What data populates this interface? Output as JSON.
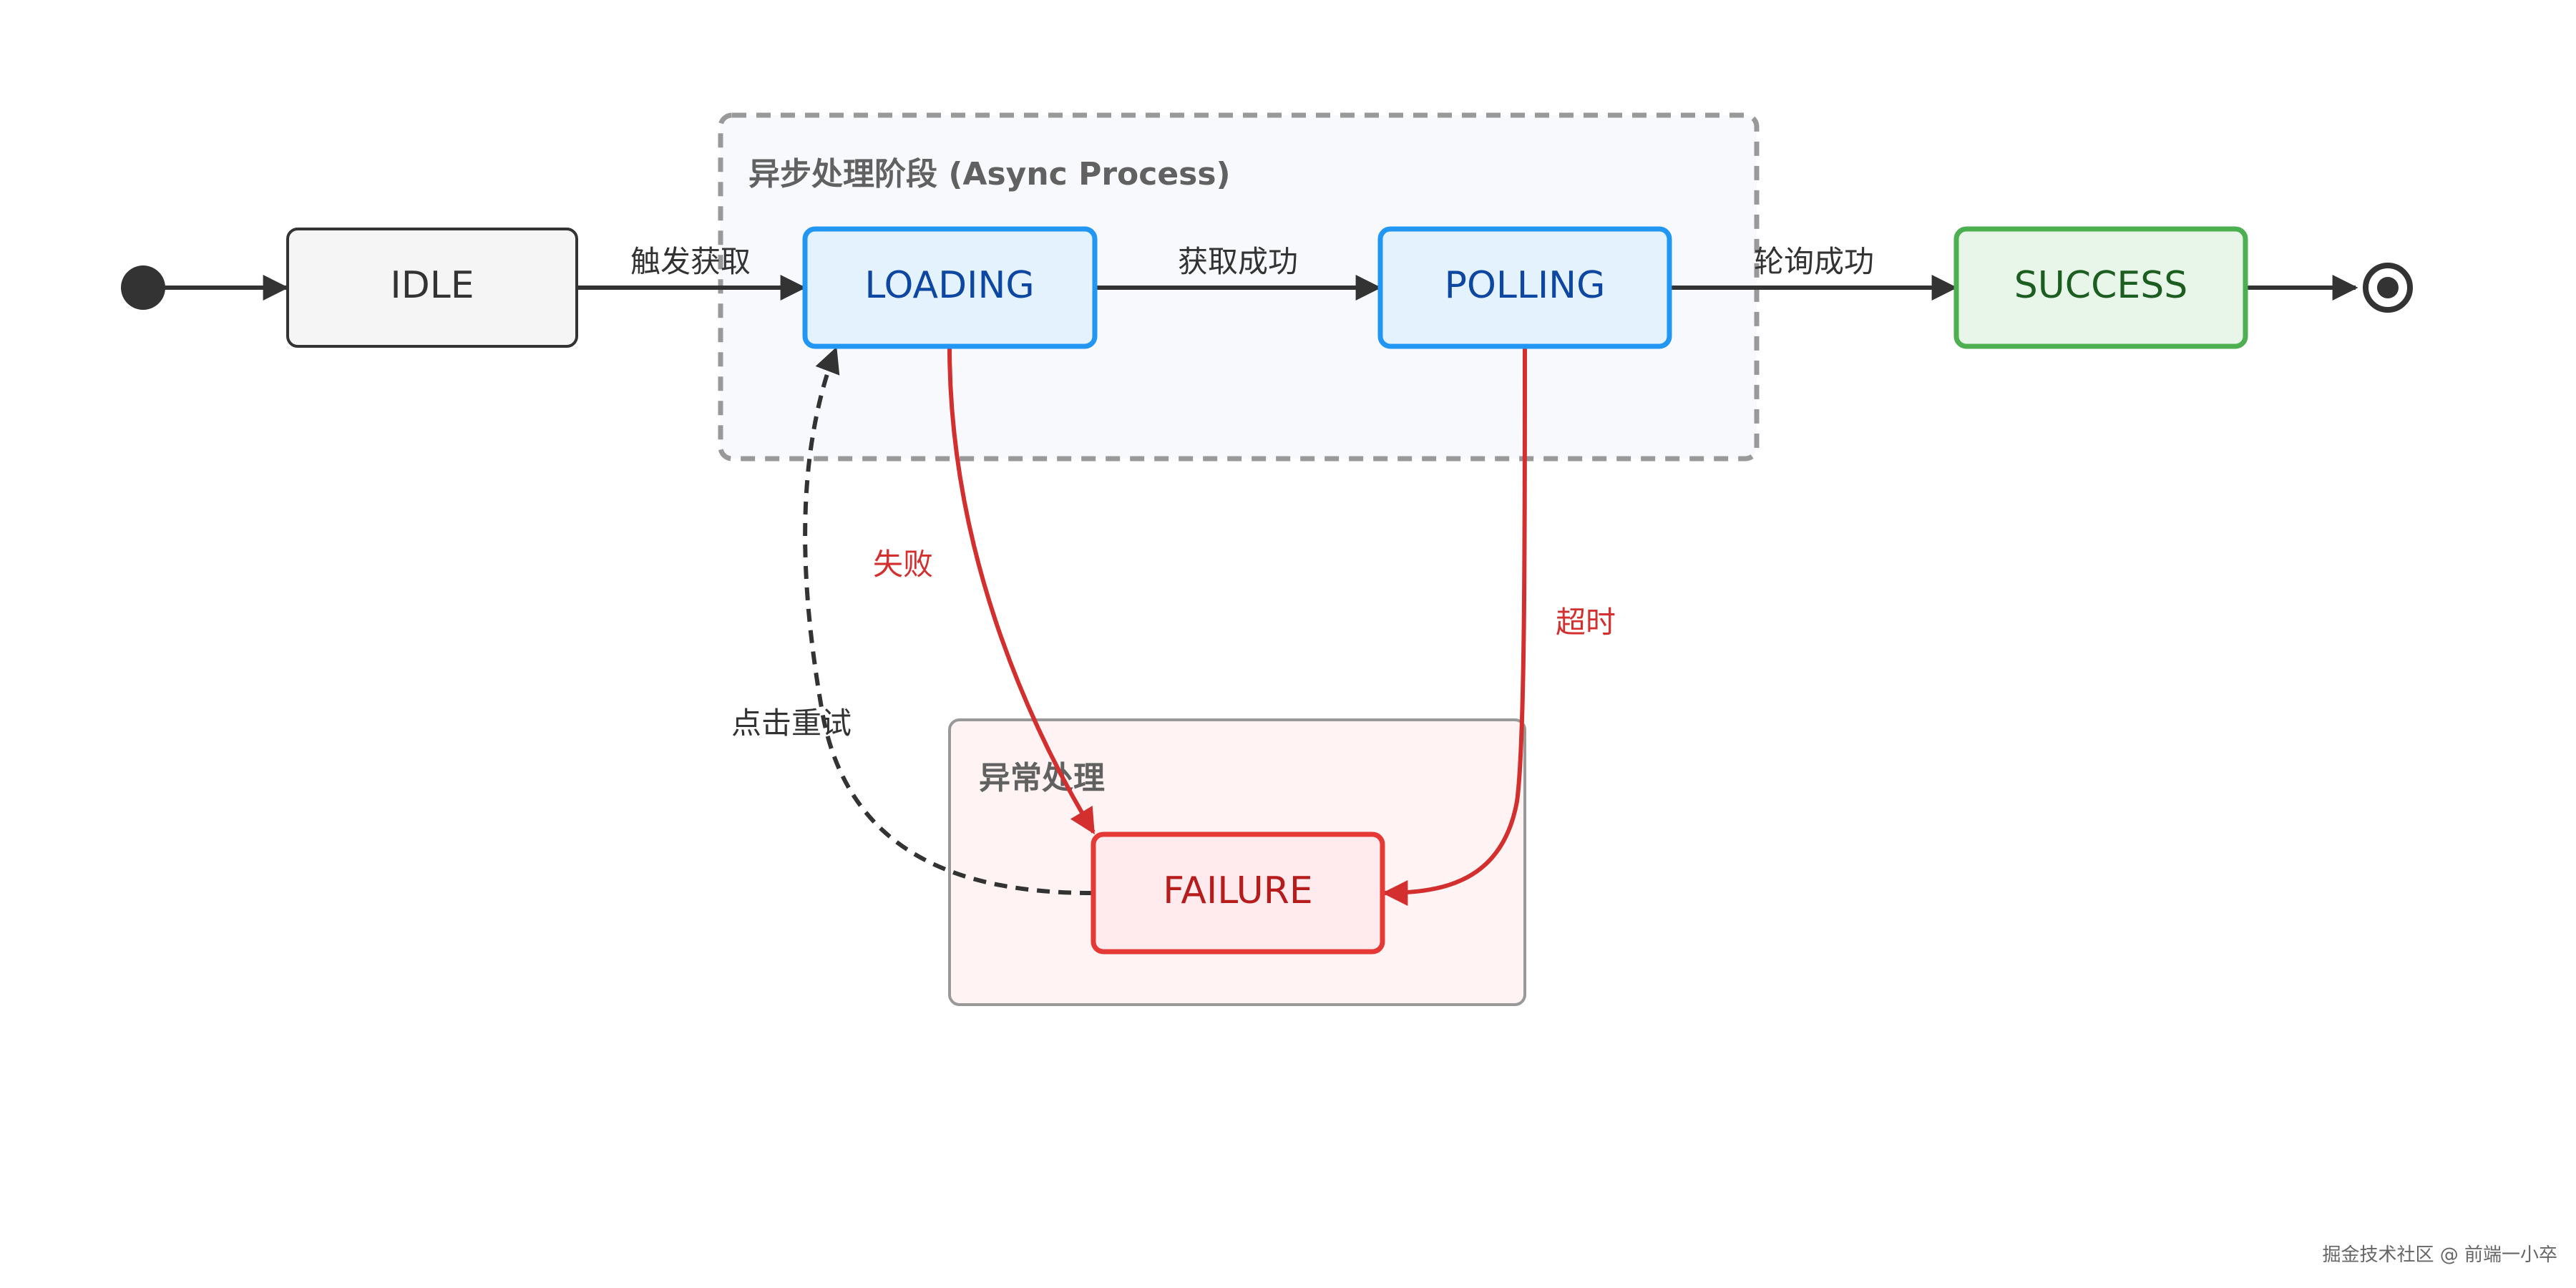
{
  "groups": {
    "async": {
      "title": "异步处理阶段 (Async Process)"
    },
    "failure": {
      "title": "异常处理"
    }
  },
  "states": {
    "idle": "IDLE",
    "loading": "LOADING",
    "polling": "POLLING",
    "success": "SUCCESS",
    "failure": "FAILURE"
  },
  "transitions": {
    "trigger_fetch": "触发获取",
    "fetch_success": "获取成功",
    "poll_success": "轮询成功",
    "fail": "失败",
    "timeout": "超时",
    "retry": "点击重试"
  },
  "watermark": "掘金技术社区 @ 前端一小卒",
  "colors": {
    "neutral_border": "#333333",
    "neutral_fill": "#f5f5f5",
    "loading_border": "#2196f3",
    "loading_fill": "#e3f2fd",
    "loading_text": "#0d47a1",
    "success_border": "#4caf50",
    "success_fill": "#e8f5e9",
    "success_text": "#1b5e20",
    "failure_border": "#e53935",
    "failure_fill": "#ffebee",
    "failure_text": "#b71c1c",
    "error_edge": "#d32f2f",
    "group_border": "#999999"
  }
}
